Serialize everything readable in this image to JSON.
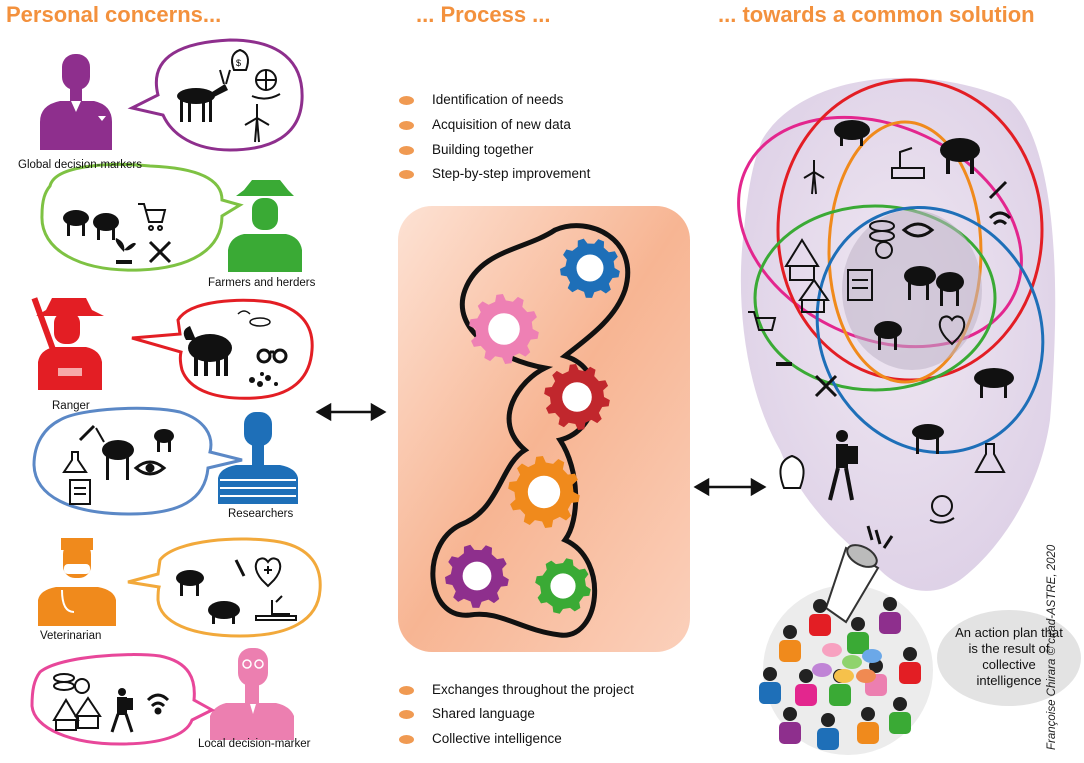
{
  "headings": {
    "left": "Personal concerns...",
    "center": "... Process ...",
    "right": "... towards a common solution"
  },
  "actors": [
    {
      "label": "Global decision-markers",
      "color": "#8e2f8d"
    },
    {
      "label": "Farmers and herders",
      "color": "#3aaa35"
    },
    {
      "label": "Ranger",
      "color": "#e31e24"
    },
    {
      "label": "Researchers",
      "color": "#1e6fb8"
    },
    {
      "label": "Veterinarian",
      "color": "#f08a1c"
    },
    {
      "label": "Local decision-marker",
      "color": "#ec7fb0"
    }
  ],
  "process_steps_top": [
    "Identification of needs",
    "Acquisition of new data",
    "Building together",
    "Step-by-step improvement"
  ],
  "process_steps_bottom": [
    "Exchanges throughout the project",
    "Shared language",
    "Collective intelligence"
  ],
  "outcome": "An action plan that is the result of collective intelligence",
  "credit": "Françoise Chirara © cirad-ASTRE, 2020",
  "colors": {
    "heading": "#f3913d",
    "bullet": "#f09a52",
    "panel": "#f7b99a",
    "solution_bg": "#e4d8ea"
  },
  "icons": [
    "antelope-icon",
    "money-bag-icon",
    "globe-hand-icon",
    "wind-turbine-icon",
    "sheep-icon",
    "cart-icon",
    "wrench-icon",
    "seedling-icon",
    "buffalo-icon",
    "binoculars-icon",
    "pawprint-icon",
    "microscope-eye-icon",
    "syringe-icon",
    "flask-icon",
    "goat-icon",
    "heart-cross-icon",
    "warthog-icon",
    "coins-icon",
    "hut-icon",
    "hiker-icon",
    "wifi-icon",
    "megaphone-icon",
    "gear-icon",
    "double-arrow-icon"
  ]
}
